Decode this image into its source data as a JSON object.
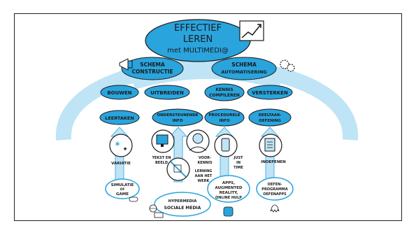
{
  "colors": {
    "accent": "#2aa4dd",
    "light": "#bfe4f6",
    "ink": "#1a1a1a"
  },
  "title": {
    "line1": "EFFECTIEF",
    "line2": "LEREN",
    "line3": "met MULTIMEDI@"
  },
  "branches": {
    "left": {
      "line1": "SCHEMA",
      "line2": "CONSTRUCTIE"
    },
    "right": {
      "line1": "SCHEMA",
      "line2": "AUTOMATISERING"
    }
  },
  "processes": {
    "bouwen": "BOUWEN",
    "uitbreiden": "UITBREIDEN",
    "kennis_line1": "KENNIS",
    "kennis_line2": "COMPILEREN",
    "versterken": "VERSTERKEN"
  },
  "components": {
    "leertaken": "LEERTAKEN",
    "ondersteunende_line1": "ONDERSTEUNENDE",
    "ondersteunende_line2": "INFO",
    "procedurele_line1": "PROCEDURELE",
    "procedurele_line2": "INFO",
    "deeltaak_line1": "DEELTAAK-",
    "deeltaak_line2": "OEFENING"
  },
  "principles": {
    "variatie": "VARIATIE",
    "tekst_line1": "TEKST EN",
    "tekst_line2": "BEELD",
    "voorkennis_line1": "VOOR-",
    "voorkennis_line2": "KENNIS",
    "lerning_line1": "LERNING",
    "lerning_line2": "AAN HET",
    "lerning_line3": "WERK",
    "just_line1": "JUST",
    "just_line2": "IN",
    "just_line3": "TIME",
    "inoefenen": "INOEFENEN"
  },
  "media": {
    "simulatie_line1": "SIMULATIE",
    "simulatie_line2": "OF",
    "simulatie_line3": "GAME",
    "hypermedia": "HYPERMEDIA",
    "sociale": "SOCIALE MEDIA",
    "apps_line1": "APPS,",
    "apps_line2": "AUGMENTED",
    "apps_line3": "REALITY,",
    "apps_line4": "ONLINE HULP",
    "oefen_line1": "OEFEN-",
    "oefen_line2": "PROGRAMMA",
    "oefen_line3": "OEFENAPPS"
  },
  "icons": [
    "growth-chart-icon",
    "megaphone-icon",
    "gears-icon",
    "stars-icon",
    "monitor-icon",
    "student-icon",
    "no-teacher-icon",
    "phone-icon",
    "checklist-icon",
    "gamepad-icon",
    "laptop-icon",
    "globe-icon",
    "app-icon",
    "octopus-icon"
  ]
}
